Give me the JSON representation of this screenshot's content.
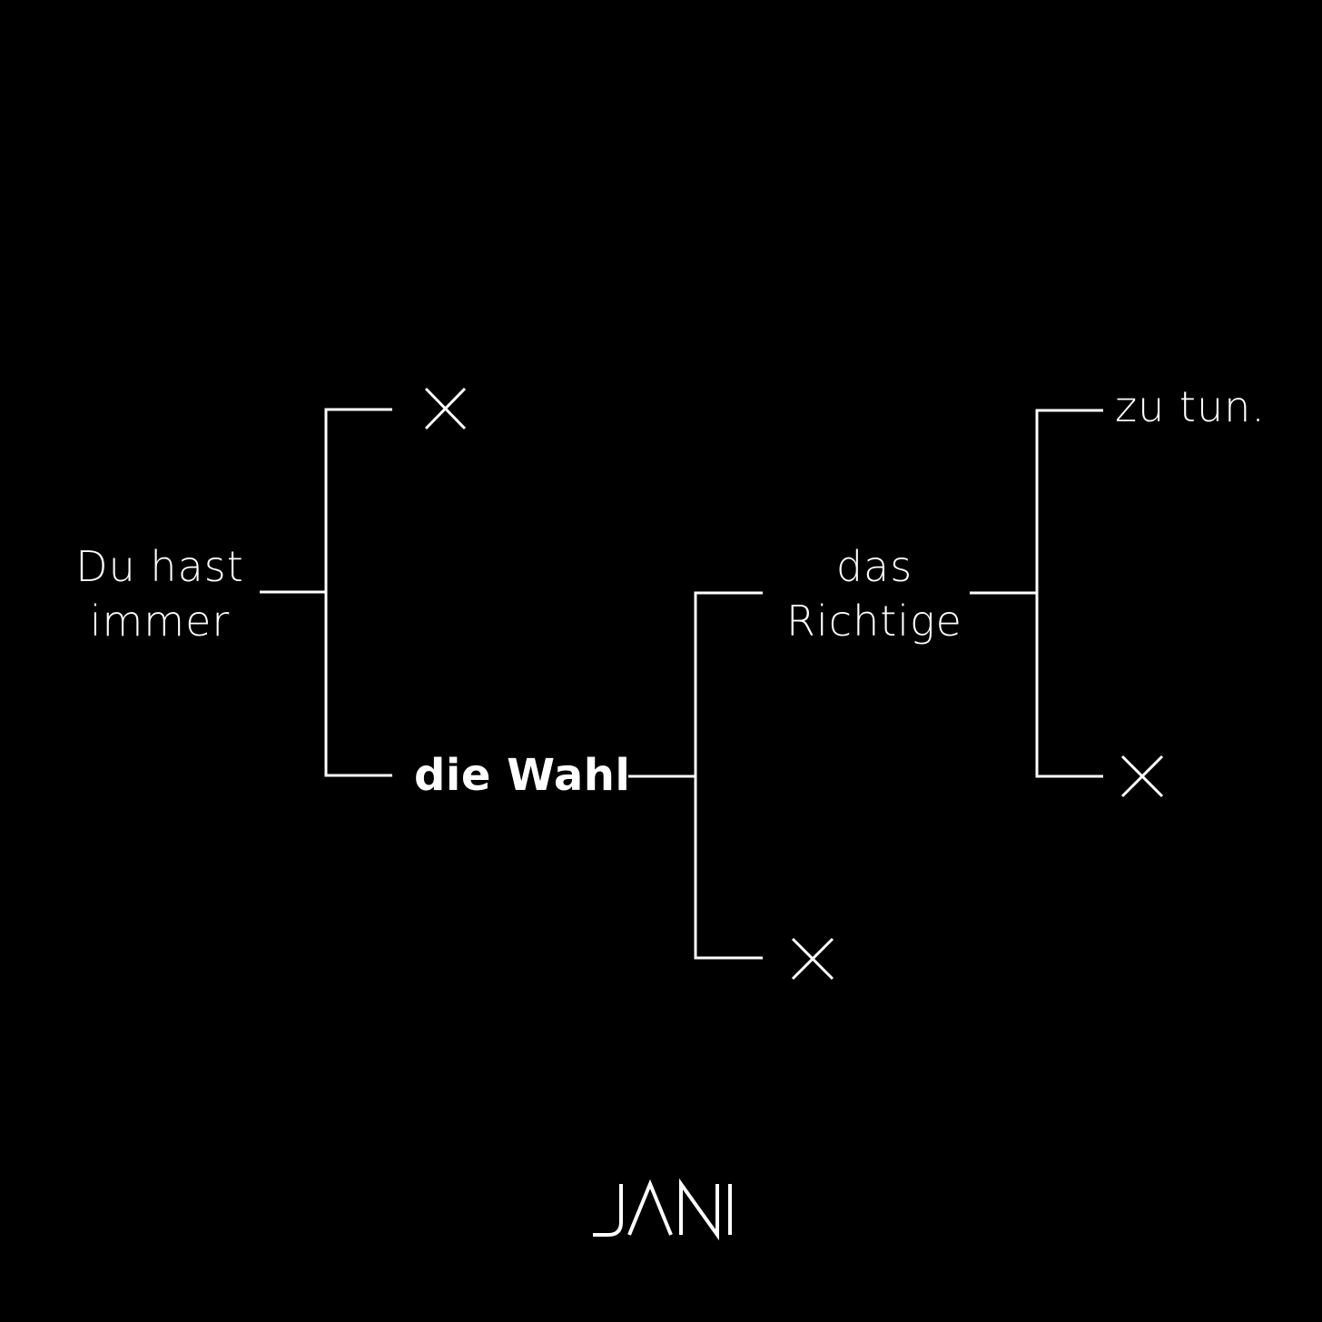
{
  "background": "#000000",
  "foreground": "#ffffff",
  "tree": {
    "root": {
      "line1": "Du hast",
      "line2": "immer"
    },
    "choice": {
      "label": "die Wahl"
    },
    "right_thing": {
      "line1": "das",
      "line2": "Richtige"
    },
    "end": {
      "label": "zu tun."
    }
  },
  "marks": {
    "rejected_icon": "x-mark-icon"
  },
  "brand": {
    "logo_text": "JANI"
  }
}
